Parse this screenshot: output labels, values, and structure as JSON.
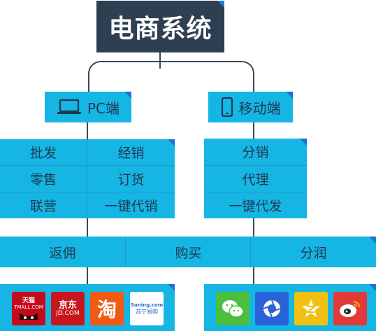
{
  "title": "电商系统",
  "branches": {
    "pc": {
      "label": "PC端",
      "icon": "laptop-icon"
    },
    "mobile": {
      "label": "移动端",
      "icon": "smartphone-icon"
    }
  },
  "pc_functions": [
    "批发",
    "经销",
    "零售",
    "订货",
    "联营",
    "一键代销"
  ],
  "mobile_functions": [
    "分销",
    "代理",
    "一键代发"
  ],
  "actions": [
    "返佣",
    "购买",
    "分润"
  ],
  "pc_platforms": [
    {
      "name": "tmall-logo",
      "line1": "天猫",
      "line2": "TMALL.COM",
      "color": "#c40b1e"
    },
    {
      "name": "jd-logo",
      "line1": "京东",
      "line2": "JD.COM",
      "color": "#c8161d"
    },
    {
      "name": "taobao-logo",
      "line1": "淘",
      "line2": "",
      "color": "#f25a14"
    },
    {
      "name": "suning-logo",
      "line1": "Suning.com",
      "line2": "苏宁易购",
      "color": "#ffffff"
    }
  ],
  "mobile_platforms": [
    {
      "name": "wechat-logo",
      "color": "#4cbf3e"
    },
    {
      "name": "camera-app-logo",
      "color": "#2a63d8"
    },
    {
      "name": "qzone-logo",
      "color": "#f2c012"
    },
    {
      "name": "weibo-logo",
      "color": "#e23a3a"
    }
  ],
  "colors": {
    "title_bg": "#2f3f52",
    "node_bg": "#15b6e4",
    "fold": "#1e6fd9",
    "line": "#3a4a58"
  }
}
